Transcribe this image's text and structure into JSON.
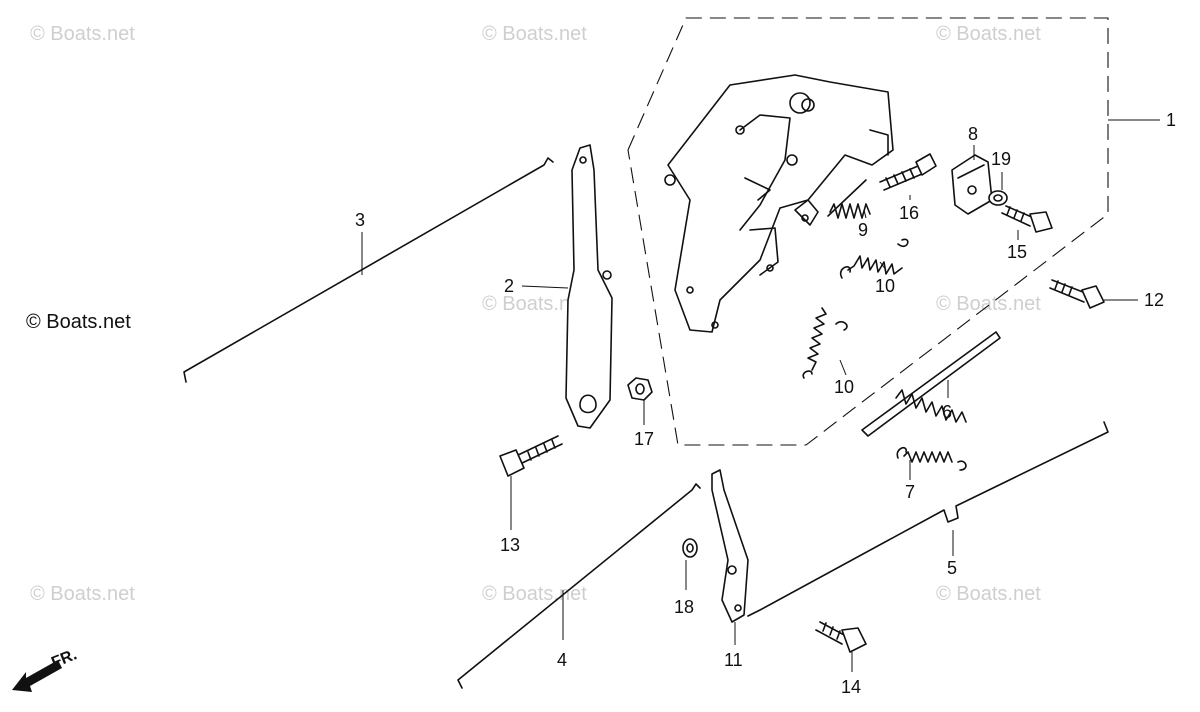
{
  "diagram": {
    "watermark": "© Boats.net",
    "copyright": "© Boats.net",
    "direction_label": "FR.",
    "parts": [
      {
        "id": "p1",
        "number": "1"
      },
      {
        "id": "p2",
        "number": "2"
      },
      {
        "id": "p3",
        "number": "3"
      },
      {
        "id": "p4",
        "number": "4"
      },
      {
        "id": "p5",
        "number": "5"
      },
      {
        "id": "p6",
        "number": "6"
      },
      {
        "id": "p7",
        "number": "7"
      },
      {
        "id": "p8",
        "number": "8"
      },
      {
        "id": "p9",
        "number": "9"
      },
      {
        "id": "p10a",
        "number": "10"
      },
      {
        "id": "p10b",
        "number": "10"
      },
      {
        "id": "p11",
        "number": "11"
      },
      {
        "id": "p12",
        "number": "12"
      },
      {
        "id": "p13",
        "number": "13"
      },
      {
        "id": "p14",
        "number": "14"
      },
      {
        "id": "p15",
        "number": "15"
      },
      {
        "id": "p16",
        "number": "16"
      },
      {
        "id": "p17",
        "number": "17"
      },
      {
        "id": "p18",
        "number": "18"
      },
      {
        "id": "p19",
        "number": "19"
      }
    ]
  }
}
